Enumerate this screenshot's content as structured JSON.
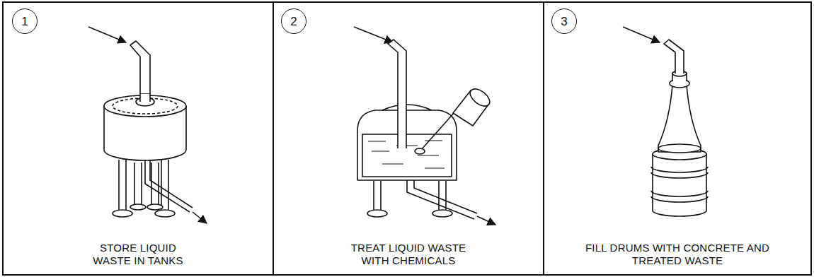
{
  "diagram": {
    "nodes": [
      {
        "text": [
          "STORE LIQUID WASTE IN TANKS"
        ]
      },
      {
        "text": [
          "1"
        ],
        "in": 0
      },
      {
        "text": [
          "TREAT LIQUID WASTE WITH CHEMICALS"
        ]
      },
      {
        "text": [
          "2"
        ],
        "in": 2
      },
      {
        "text": [
          "FILL DRUMS WITH CONCRETE AND TREATED WASTE"
        ]
      },
      {
        "text": [
          "3"
        ],
        "in": 4
      }
    ]
  }
}
